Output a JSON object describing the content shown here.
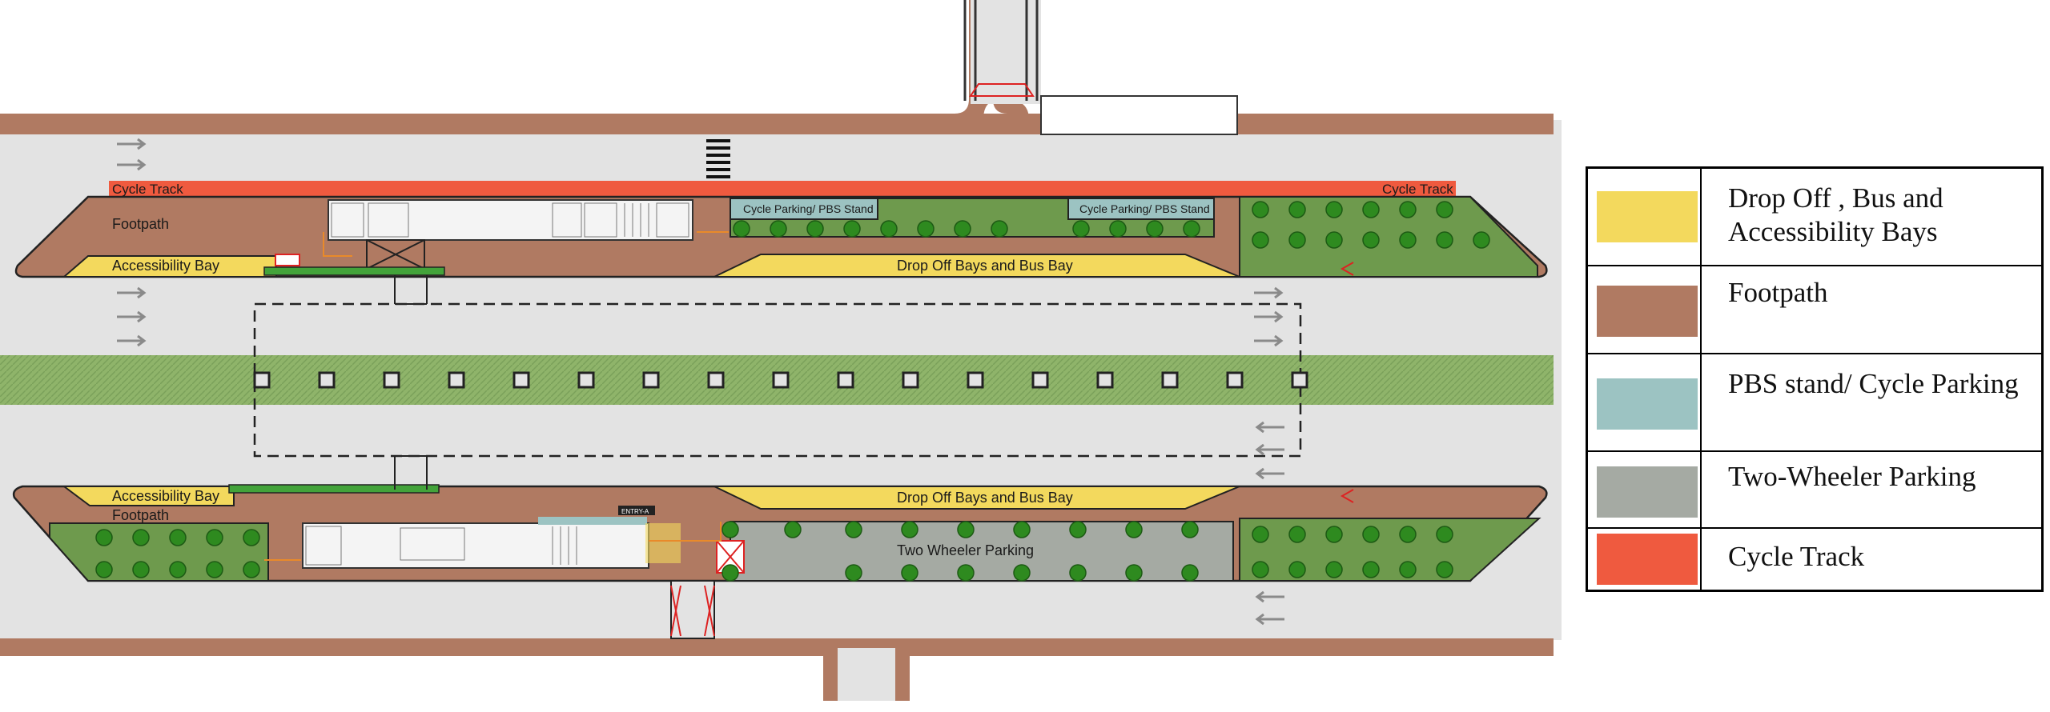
{
  "plan": {
    "labels": {
      "cycle_track_top_left": "Cycle Track",
      "cycle_track_top_right": "Cycle Track",
      "footpath_top": "Footpath",
      "accessibility_bay_top": "Accessibility Bay",
      "cycle_parking_left": "Cycle Parking/ PBS Stand",
      "cycle_parking_right": "Cycle Parking/ PBS Stand",
      "drop_off_top": "Drop Off Bays and Bus Bay",
      "accessibility_bay_bottom": "Accessibility Bay",
      "footpath_bottom": "Footpath",
      "drop_off_bottom": "Drop Off Bays and Bus Bay",
      "two_wheeler_parking": "Two Wheeler Parking",
      "entry_a": "ENTRY-A"
    },
    "colors": {
      "road": "#e3e3e3",
      "footpath": "#b07a62",
      "drop_off": "#f3d95d",
      "pbs": "#9cc3c2",
      "two_wheeler": "#a5aaa3",
      "cycle_track": "#ef5a3f",
      "green": "#6e9a4d",
      "tree": "#2e8a1f"
    }
  },
  "legend": {
    "items": [
      {
        "label": "Drop Off , Bus and Accessibility Bays",
        "color": "#f3d95d"
      },
      {
        "label": "Footpath",
        "color": "#b07a62"
      },
      {
        "label": "PBS stand/ Cycle Parking",
        "color": "#9cc3c2"
      },
      {
        "label": "Two-Wheeler Parking",
        "color": "#a5aaa3"
      },
      {
        "label": "Cycle Track",
        "color": "#ef5a3f"
      }
    ]
  }
}
